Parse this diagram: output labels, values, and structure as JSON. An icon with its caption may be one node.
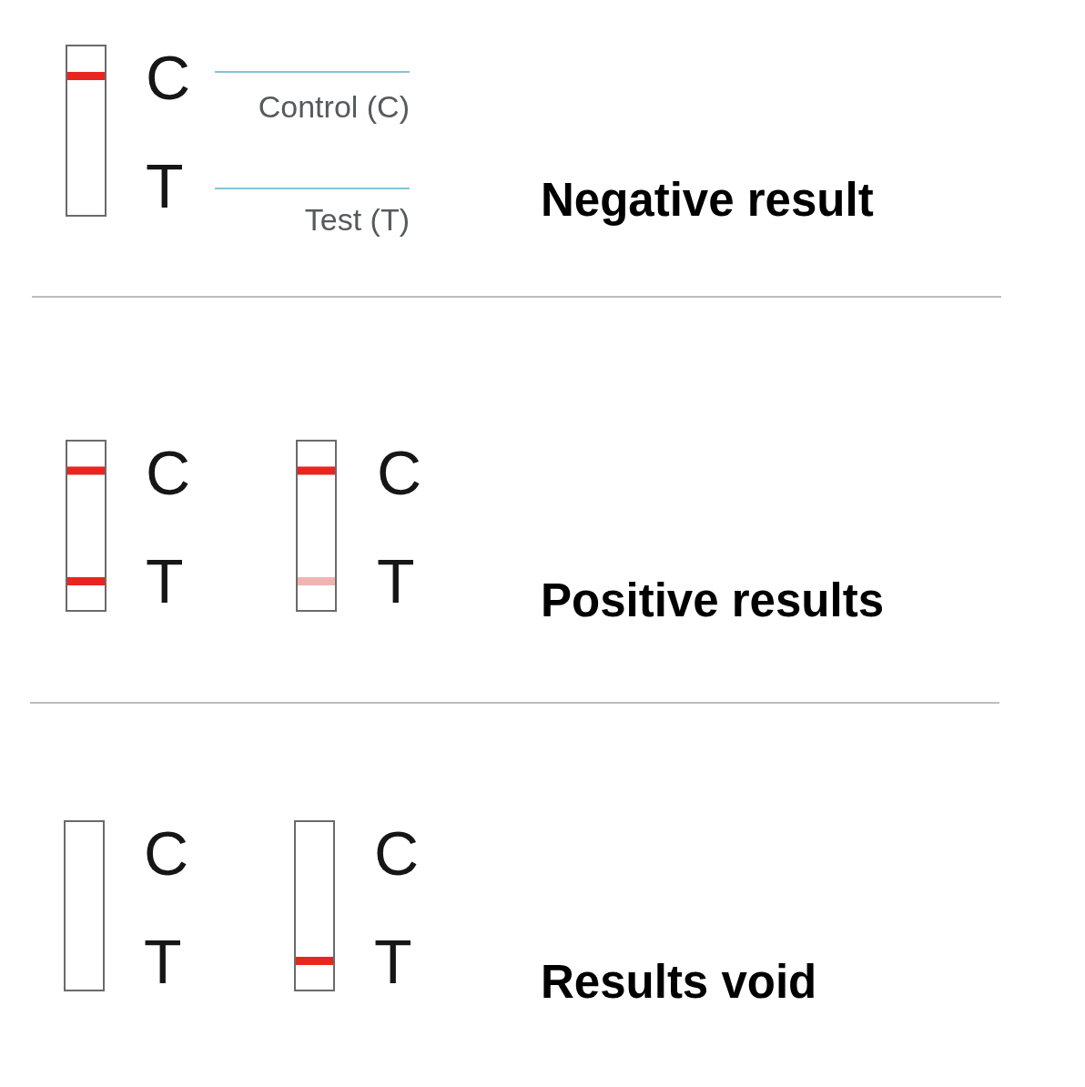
{
  "diagram": {
    "labels": [
      "C",
      "Control (C)",
      "T",
      "Test (T)",
      "Negative result",
      "C",
      "T",
      "C",
      "T",
      "Positive results",
      "C",
      "T",
      "C",
      "T",
      "Results void"
    ]
  }
}
